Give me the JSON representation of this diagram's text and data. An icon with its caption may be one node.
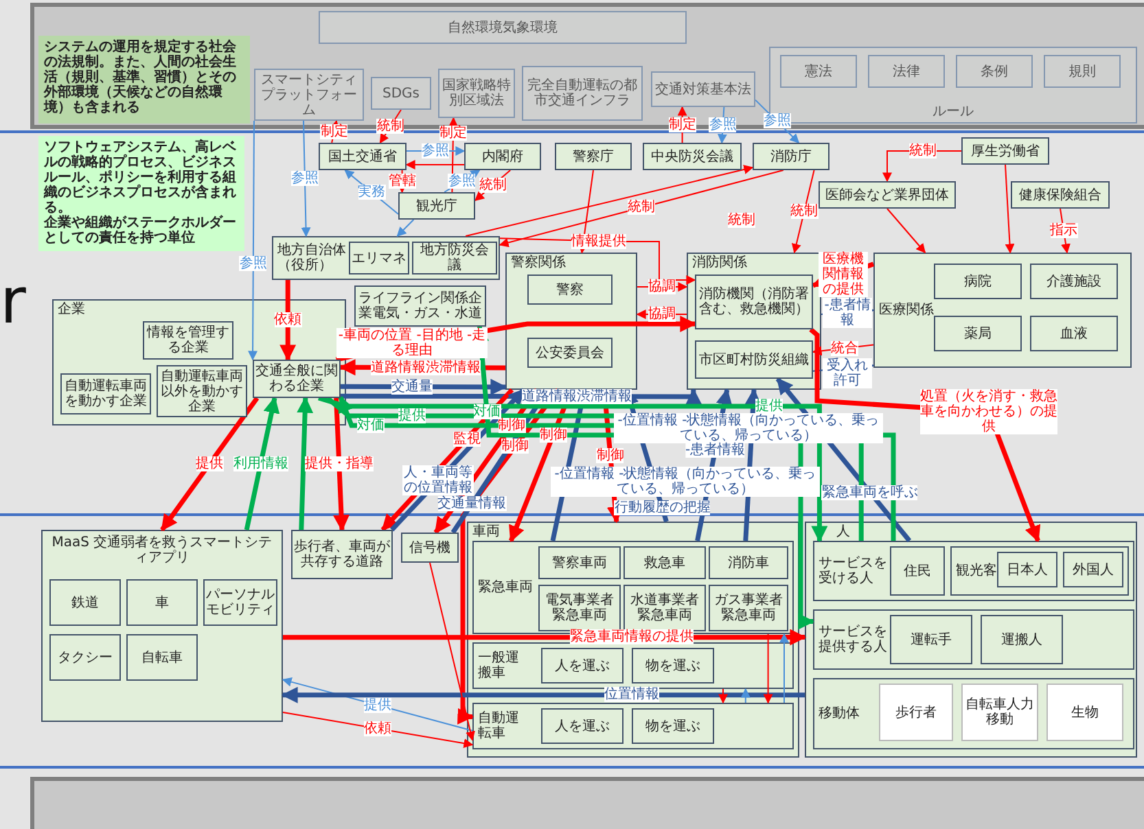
{
  "diagram": {
    "nodes": [
      {
        "text": [
          "システムの運用を規定する社会の法規制。また、人間の社会生活（規則、基準、習慣）とその外部環境（天候などの自然環境）も含まれる"
        ]
      },
      {
        "text": [
          "自然環境気象環境"
        ]
      },
      {
        "text": [
          "スマートシティプラットフォーム"
        ]
      },
      {
        "text": [
          "SDGs"
        ]
      },
      {
        "text": [
          "国家戦略特別区域法"
        ]
      },
      {
        "text": [
          "完全自動運転の都市交通インフラ"
        ]
      },
      {
        "text": [
          "交通対策基本法"
        ]
      },
      {
        "text": [
          "ルール"
        ]
      },
      {
        "text": [
          "憲法"
        ],
        "in": 7
      },
      {
        "text": [
          "法律"
        ],
        "in": 7
      },
      {
        "text": [
          "条例"
        ],
        "in": 7
      },
      {
        "text": [
          "規則"
        ],
        "in": 7
      },
      {
        "text": [
          "ソフトウェアシステム、高レベルの戦略的プロセス、ビジネスルール、ポリシーを利用する組織のビジネスプロセスが含まれる。",
          "企業や組織がステークホルダーとしての責任を持つ単位"
        ]
      },
      {
        "text": [
          "国土交通省"
        ]
      },
      {
        "text": [
          "内閣府"
        ]
      },
      {
        "text": [
          "警察庁"
        ]
      },
      {
        "text": [
          "中央防災会議"
        ]
      },
      {
        "text": [
          "消防庁"
        ]
      },
      {
        "text": [
          "厚生労働省"
        ]
      },
      {
        "text": [
          "観光庁"
        ]
      },
      {
        "text": [
          "医師会など業界団体"
        ]
      },
      {
        "text": [
          "健康保険組合"
        ]
      },
      {
        "text": [
          "地方自治体（役所）"
        ]
      },
      {
        "text": [
          "エリマネ"
        ],
        "in": 22
      },
      {
        "text": [
          "地方防災会議"
        ],
        "in": 22
      },
      {
        "text": [
          "企業"
        ]
      },
      {
        "text": [
          "情報を管理する企業"
        ],
        "in": 25
      },
      {
        "text": [
          "自動運転車両を動かす企業"
        ],
        "in": 25
      },
      {
        "text": [
          "自動運転車両以外を動かす企業"
        ],
        "in": 25
      },
      {
        "text": [
          "交通全般に関わる企業"
        ],
        "in": 25
      },
      {
        "text": [
          "ライフライン関係企業電気・ガス・水道"
        ]
      },
      {
        "text": [
          "警察関係"
        ]
      },
      {
        "text": [
          "警察"
        ],
        "in": 31
      },
      {
        "text": [
          "公安委員会"
        ],
        "in": 31
      },
      {
        "text": [
          "消防関係"
        ]
      },
      {
        "text": [
          "消防機関（消防署含む、救急機関）"
        ],
        "in": 34
      },
      {
        "text": [
          "市区町村防災組織"
        ],
        "in": 34
      },
      {
        "text": [
          "医療関係"
        ]
      },
      {
        "text": [
          "病院"
        ],
        "in": 37
      },
      {
        "text": [
          "介護施設"
        ],
        "in": 37
      },
      {
        "text": [
          "薬局"
        ],
        "in": 37
      },
      {
        "text": [
          "血液"
        ],
        "in": 37
      },
      {
        "text": [
          "MaaS 交通弱者を救うスマートシティアプリ"
        ]
      },
      {
        "text": [
          "鉄道"
        ],
        "in": 42
      },
      {
        "text": [
          "車"
        ],
        "in": 42
      },
      {
        "text": [
          "パーソナルモビリティ"
        ],
        "in": 42
      },
      {
        "text": [
          "タクシー"
        ],
        "in": 42
      },
      {
        "text": [
          "自転車"
        ],
        "in": 42
      },
      {
        "text": [
          "歩行者、車両が共存する道路"
        ]
      },
      {
        "text": [
          "信号機"
        ]
      },
      {
        "text": [
          "車両"
        ]
      },
      {
        "text": [
          "緊急車両"
        ],
        "in": 50
      },
      {
        "text": [
          "警察車両"
        ],
        "in": 51
      },
      {
        "text": [
          "救急車"
        ],
        "in": 51
      },
      {
        "text": [
          "消防車"
        ],
        "in": 51
      },
      {
        "text": [
          "電気事業者緊急車両"
        ],
        "in": 51
      },
      {
        "text": [
          "水道事業者緊急車両"
        ],
        "in": 51
      },
      {
        "text": [
          "ガス事業者緊急車両"
        ],
        "in": 51
      },
      {
        "text": [
          "一般運搬車"
        ],
        "in": 50
      },
      {
        "text": [
          "人を運ぶ"
        ],
        "in": 58
      },
      {
        "text": [
          "物を運ぶ"
        ],
        "in": 58
      },
      {
        "text": [
          "自動運転車"
        ],
        "in": 50
      },
      {
        "text": [
          "人を運ぶ"
        ],
        "in": 61
      },
      {
        "text": [
          "物を運ぶ"
        ],
        "in": 61
      },
      {
        "text": [
          "人"
        ]
      },
      {
        "text": [
          "サービスを受ける人"
        ],
        "in": 64
      },
      {
        "text": [
          "住民"
        ],
        "in": 65
      },
      {
        "text": [
          "観光客"
        ],
        "in": 65
      },
      {
        "text": [
          "日本人"
        ],
        "in": 67
      },
      {
        "text": [
          "外国人"
        ],
        "in": 67
      },
      {
        "text": [
          "サービスを提供する人"
        ],
        "in": 64
      },
      {
        "text": [
          "運転手"
        ],
        "in": 70
      },
      {
        "text": [
          "運搬人"
        ],
        "in": 70
      },
      {
        "text": [
          "移動体"
        ],
        "in": 64
      },
      {
        "text": [
          "歩行者"
        ],
        "in": 73
      },
      {
        "text": [
          "自転車人力移動"
        ],
        "in": 73
      },
      {
        "text": [
          "生物"
        ],
        "in": 73
      }
    ],
    "edges": [
      {
        "from": 13,
        "to": 2,
        "arrow": "to",
        "label": "制定"
      },
      {
        "from": 3,
        "to": 13,
        "arrow": "to",
        "label": "統制"
      },
      {
        "from": 16,
        "to": 6,
        "arrow": "to",
        "label": "制定"
      },
      {
        "from": 19,
        "to": 4,
        "arrow": "to",
        "label": "制定"
      },
      {
        "from": 2,
        "to": 22,
        "arrow": "to",
        "label": "参照",
        "color": "#4a90d9"
      },
      {
        "from": 2,
        "to": 29,
        "arrow": "to",
        "label": "参照",
        "color": "#4a90d9"
      },
      {
        "from": 13,
        "to": 14,
        "arrow": "to",
        "label": "参照",
        "color": "#4a90d9"
      },
      {
        "from": 14,
        "to": 13,
        "arrow": "to"
      },
      {
        "from": 13,
        "to": 19,
        "arrow": "to",
        "label": "管轄"
      },
      {
        "from": 19,
        "to": 13,
        "arrow": "to",
        "label": "実務",
        "color": "#4a90d9"
      },
      {
        "from": 19,
        "to": 14,
        "arrow": "to",
        "label": "参照",
        "color": "#4a90d9"
      },
      {
        "from": 14,
        "to": 19,
        "arrow": "to",
        "label": "統制"
      },
      {
        "from": 6,
        "to": 17,
        "arrow": "to",
        "label": "参照",
        "color": "#4a90d9"
      },
      {
        "from": 6,
        "to": 16,
        "arrow": "to",
        "label": "参照",
        "color": "#4a90d9"
      },
      {
        "from": 19,
        "to": 22,
        "arrow": "to",
        "color": "#4a90d9"
      },
      {
        "from": 22,
        "to": 17,
        "arrow": "to"
      },
      {
        "from": 17,
        "to": 22,
        "arrow": "to",
        "label": "統制"
      },
      {
        "from": 15,
        "to": 31,
        "arrow": "to"
      },
      {
        "from": 17,
        "to": 34,
        "arrow": "to",
        "label": "統制"
      },
      {
        "from": 18,
        "to": 20,
        "arrow": "to",
        "label": "統制"
      },
      {
        "from": 18,
        "to": 37,
        "arrow": "to"
      },
      {
        "from": 20,
        "to": 37,
        "arrow": "to"
      },
      {
        "from": 21,
        "to": 37,
        "arrow": "to",
        "label": "指示"
      },
      {
        "from": 22,
        "to": 29,
        "arrow": "to",
        "label": "依頼",
        "style": "thick"
      },
      {
        "from": 31,
        "to": 29,
        "arrow": "to",
        "label": "道路情報渋滞情報",
        "style": "thick"
      },
      {
        "from": 29,
        "to": 31,
        "arrow": "to",
        "label": "交通量",
        "style": "thick",
        "color": "#2f5597"
      },
      {
        "from": 22,
        "to": 35,
        "arrow": "to",
        "label": "情報提供"
      },
      {
        "from": 29,
        "to": 35,
        "arrow": "to",
        "label": "-車両の位置 -目的地 -走る理由",
        "style": "thick"
      },
      {
        "from": 29,
        "to": 34,
        "arrow": "to",
        "label": "道路情報渋滞情報",
        "style": "thick",
        "color": "#2f5597"
      },
      {
        "from": 34,
        "to": 31,
        "arrow": "to",
        "label": "協調"
      },
      {
        "from": 31,
        "to": 34,
        "arrow": "to",
        "label": "協調"
      },
      {
        "from": 37,
        "to": 35,
        "arrow": "to",
        "label": "医療機関情報の提供",
        "style": "thick"
      },
      {
        "from": 34,
        "to": 37,
        "arrow": "to",
        "label": "-患者情報",
        "color": "#2f5597"
      },
      {
        "from": 37,
        "to": 36,
        "arrow": "to",
        "label": "統合"
      },
      {
        "from": 36,
        "to": 37,
        "arrow": "to",
        "label": "受入れ許可",
        "color": "#2f5597"
      },
      {
        "from": 65,
        "to": 36,
        "arrow": "to",
        "label": "緊急車両を呼ぶ",
        "style": "thick",
        "color": "#2f5597"
      },
      {
        "from": 35,
        "to": 65,
        "arrow": "to",
        "label": "処置（火を消す・救急車を向かわせる）の提供",
        "style": "thick"
      },
      {
        "from": 51,
        "to": 34,
        "arrow": "to",
        "label": "-位置情報 -状態情報（向かっている、乗っている、帰っている）",
        "style": "thick",
        "color": "#2f5597"
      },
      {
        "from": 51,
        "to": 31,
        "arrow": "to",
        "label": "-位置情報 -状態情報（向かっている、乗っている、帰っている）",
        "style": "thick",
        "color": "#2f5597"
      },
      {
        "from": 51,
        "to": 34,
        "arrow": "to",
        "label": "-患者情報",
        "style": "thick",
        "color": "#2f5597"
      },
      {
        "from": 31,
        "to": 48,
        "arrow": "to",
        "label": "監視",
        "style": "thick"
      },
      {
        "from": 31,
        "to": 49,
        "arrow": "to",
        "label": "制御",
        "style": "thick"
      },
      {
        "from": 31,
        "to": 51,
        "arrow": "to",
        "label": "制御",
        "style": "thick"
      },
      {
        "from": 31,
        "to": 50,
        "arrow": "to",
        "label": "制御",
        "style": "thick"
      },
      {
        "from": 31,
        "to": 61,
        "arrow": "to",
        "label": "制御",
        "style": "thick"
      },
      {
        "from": 29,
        "to": 42,
        "arrow": "to",
        "label": "提供",
        "style": "thick"
      },
      {
        "from": 29,
        "to": 48,
        "arrow": "to",
        "label": "提供・指導",
        "style": "thick"
      },
      {
        "from": 42,
        "to": 29,
        "arrow": "to",
        "label": "利用情報",
        "style": "thick",
        "color": "#00b050"
      },
      {
        "from": 48,
        "to": 29,
        "arrow": "to",
        "style": "thick",
        "color": "#00b050"
      },
      {
        "from": 48,
        "to": 31,
        "arrow": "to",
        "label": "人・車両等の位置情報",
        "style": "thick",
        "color": "#2f5597"
      },
      {
        "from": 49,
        "to": 31,
        "arrow": "to",
        "label": "交通量情報",
        "style": "thick",
        "color": "#2f5597"
      },
      {
        "from": 50,
        "to": 31,
        "arrow": "to",
        "label": "行動履歴の把握",
        "style": "thick",
        "color": "#2f5597"
      },
      {
        "from": 65,
        "to": 29,
        "arrow": "to",
        "label": "対価",
        "style": "thick",
        "color": "#00b050"
      },
      {
        "from": 65,
        "to": 30,
        "arrow": "to",
        "label": "対価",
        "style": "thick",
        "color": "#00b050"
      },
      {
        "from": 29,
        "to": 65,
        "arrow": "to",
        "label": "提供",
        "style": "thick",
        "color": "#00b050"
      },
      {
        "from": 29,
        "to": 70,
        "arrow": "to",
        "label": "提供",
        "style": "thick",
        "color": "#00b050"
      },
      {
        "from": 61,
        "to": 42,
        "arrow": "to",
        "label": "提供",
        "color": "#4a90d9"
      },
      {
        "from": 42,
        "to": 61,
        "arrow": "to",
        "label": "依頼"
      },
      {
        "from": 42,
        "to": 64,
        "arrow": "to",
        "label": "緊急車両情報の提供",
        "style": "thick"
      },
      {
        "from": 64,
        "to": 42,
        "arrow": "to",
        "label": "位置情報",
        "style": "thick",
        "color": "#2f5597"
      },
      {
        "from": 49,
        "to": 61,
        "arrow": "to"
      },
      {
        "from": 61,
        "to": 58,
        "arrow": "to",
        "color": "#4a90d9"
      },
      {
        "from": 58,
        "to": 61,
        "arrow": "to"
      },
      {
        "from": 61,
        "to": 51,
        "arrow": "to",
        "color": "#4a90d9"
      },
      {
        "from": 51,
        "to": 61,
        "arrow": "to"
      }
    ],
    "labels": [
      "r",
      "統制"
    ]
  }
}
